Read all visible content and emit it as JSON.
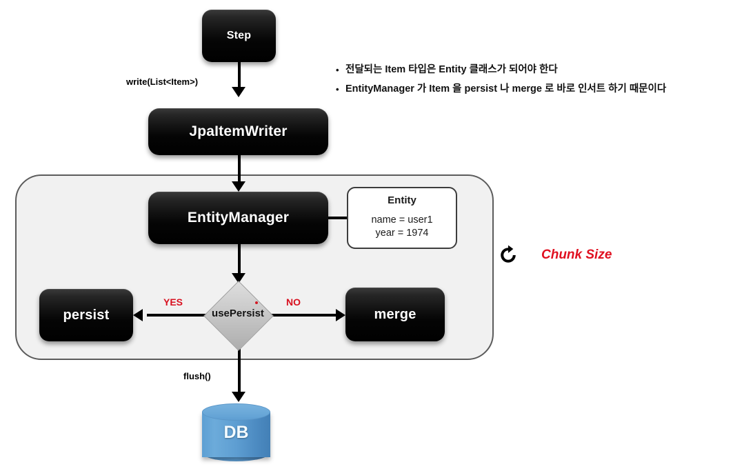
{
  "diagram": {
    "title": "JpaItemWriter chunk processing flow",
    "nodes": {
      "step": "Step",
      "jpa_item_writer": "JpaItemWriter",
      "entity_manager": "EntityManager",
      "persist": "persist",
      "merge": "merge",
      "decision": "usePersist",
      "database": "DB"
    },
    "entity_note": {
      "title": "Entity",
      "attributes": [
        "name = user1",
        "year = 1974"
      ]
    },
    "edges": {
      "write_label": "write(List<Item>)",
      "flush_label": "flush()",
      "yes_label": "YES",
      "no_label": "NO"
    },
    "chunk": {
      "label": "Chunk Size",
      "icon": "refresh-loop-icon"
    },
    "notes": [
      {
        "bullet": "•",
        "text": "전달되는 Item 타입은 Entity 클래스가 되어야 한다"
      },
      {
        "bullet": "•",
        "text": "EntityManager 가 Item 을 persist 나 merge 로 바로 인서트 하기 때문이다"
      }
    ],
    "colors": {
      "node_fill": "#000000",
      "chunk_bg": "#f1f1f1",
      "chunk_border": "#5b5b5b",
      "decision_fill": "#c6c6c6",
      "accent_red": "#d8101f",
      "chunk_size_red": "#e01020",
      "db_blue": "#5b9bd0",
      "text_light": "#ffffff",
      "text_dark": "#111111"
    }
  }
}
